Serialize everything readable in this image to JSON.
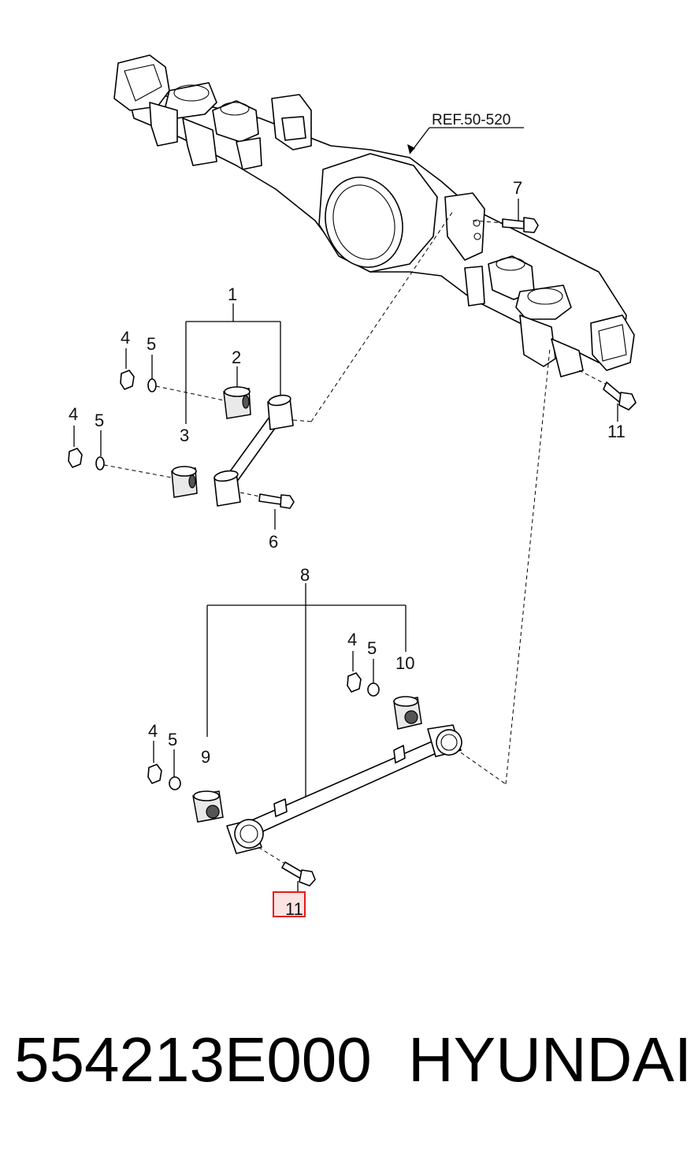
{
  "diagram": {
    "reference_label": "REF.50-520",
    "callouts": {
      "c1": "1",
      "c2": "2",
      "c3": "3",
      "c4a": "4",
      "c5a": "5",
      "c4b": "4",
      "c5b": "5",
      "c6": "6",
      "c7": "7",
      "c8": "8",
      "c9": "9",
      "c10": "10",
      "c4c": "4",
      "c5c": "5",
      "c4d": "4",
      "c5d": "5",
      "c11a": "11",
      "c11b": "11"
    },
    "highlighted_callout": "11",
    "highlight_color": "#e31b1b"
  },
  "footer": {
    "part_number": "554213E000",
    "brand": "HYUNDAI"
  }
}
